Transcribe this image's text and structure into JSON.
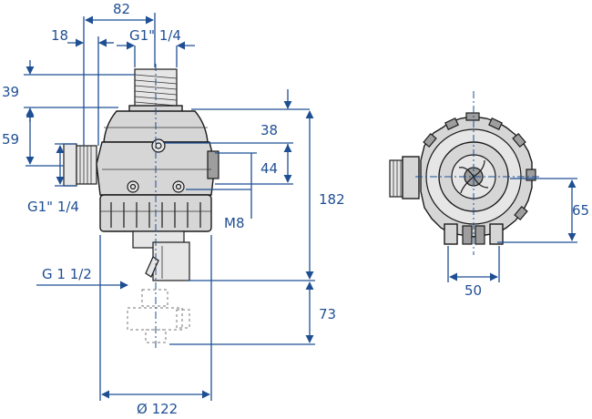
{
  "dimensions": {
    "top_width": "82",
    "offset_18": "18",
    "top_thread": "G1\" 1/4",
    "height_39": "39",
    "height_59": "59",
    "side_thread": "G1\" 1/4",
    "height_38": "38",
    "height_44": "44",
    "height_182": "182",
    "bolt_m8": "M8",
    "bottom_thread": "G 1 1/2",
    "height_73": "73",
    "diameter_122": "Ø 122",
    "side_height_65": "65",
    "side_width_50": "50"
  }
}
